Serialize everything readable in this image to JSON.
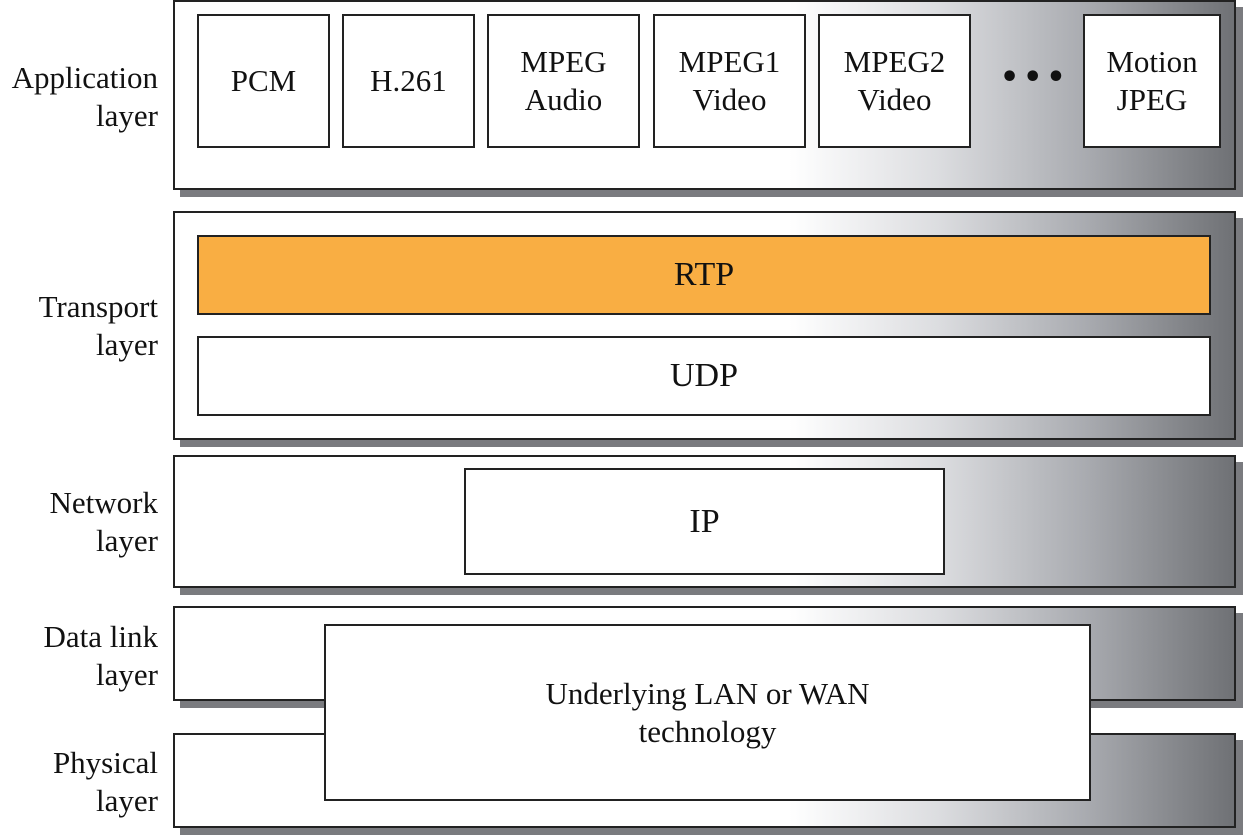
{
  "layers": {
    "application": [
      "Application",
      "layer"
    ],
    "transport": [
      "Transport",
      "layer"
    ],
    "network": [
      "Network",
      "layer"
    ],
    "data_link": [
      "Data link",
      "layer"
    ],
    "physical": [
      "Physical",
      "layer"
    ]
  },
  "application_protocols": [
    [
      "PCM"
    ],
    [
      "H.261"
    ],
    [
      "MPEG",
      "Audio"
    ],
    [
      "MPEG1",
      "Video"
    ],
    [
      "MPEG2",
      "Video"
    ],
    [
      "Motion",
      "JPEG"
    ]
  ],
  "ellipsis": "•••",
  "transport_protocols": {
    "rtp": "RTP",
    "udp": "UDP"
  },
  "network_protocol": "IP",
  "underlying": [
    "Underlying LAN or WAN",
    "technology"
  ],
  "colors": {
    "rtp_fill": "#f9ae43",
    "shadow": "#7a7b7f",
    "gradient_end": "#6f7175"
  }
}
